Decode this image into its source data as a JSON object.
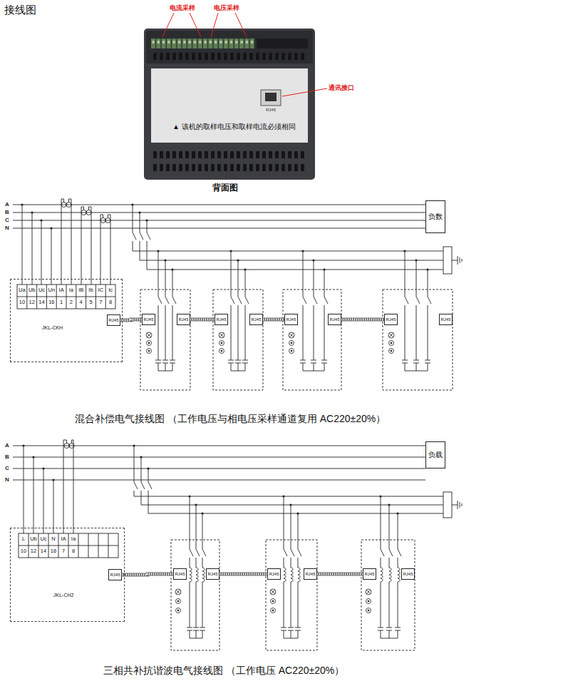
{
  "diagram": {
    "title": "接线图",
    "nodes": [
      {
        "text": [
          "负数"
        ]
      },
      {
        "text": [
          "JKL-CKH"
        ]
      },
      {
        "text": [
          "RJ45"
        ],
        "in": 1
      },
      {
        "text": [
          "RJ45"
        ]
      },
      {
        "text": [
          "RJ45"
        ]
      },
      {
        "text": [
          "RJ45"
        ]
      },
      {
        "text": [
          "RJ45"
        ]
      },
      {
        "text": [
          "RJ45"
        ]
      },
      {
        "text": [
          "RJ45"
        ]
      },
      {
        "text": [
          "RJ45"
        ]
      },
      {
        "text": [
          "RJ45"
        ]
      },
      {
        "text": [
          "负载"
        ]
      },
      {
        "text": [
          "JKL-CH2"
        ]
      },
      {
        "text": [
          "RJ45"
        ],
        "in": 12
      },
      {
        "text": [
          "RJ45"
        ]
      },
      {
        "text": [
          "RJ45"
        ]
      },
      {
        "text": [
          "RJ45"
        ]
      },
      {
        "text": [
          "RJ45"
        ]
      },
      {
        "text": [
          "RJ45"
        ]
      },
      {
        "text": [
          "RJ45"
        ]
      }
    ],
    "edges": [
      {
        "from": 2,
        "to": 3,
        "arrow": "none"
      },
      {
        "from": 4,
        "to": 5,
        "arrow": "none"
      },
      {
        "from": 6,
        "to": 7,
        "arrow": "none"
      },
      {
        "from": 8,
        "to": 9,
        "arrow": "none"
      },
      {
        "from": 13,
        "to": 14,
        "arrow": "none"
      },
      {
        "from": 15,
        "to": 16,
        "arrow": "none"
      },
      {
        "from": 17,
        "to": 18,
        "arrow": "none"
      }
    ],
    "labels": [
      "电流采样",
      "电压采样",
      "通讯接口",
      "RJ45",
      "▲ 该机的取样电压和取样电流必须相同",
      "背面图",
      "A",
      "B",
      "C",
      "N",
      "Ua",
      "Ub",
      "Uc",
      "Un",
      "IA",
      "Ia",
      "IB",
      "Ib",
      "IC",
      "Ic",
      "10",
      "12",
      "14",
      "16",
      "1",
      "2",
      "4",
      "5",
      "7",
      "8",
      "混合补偿电气接线图 （工作电压与相电压采样通道复用 AC220±20%）",
      "A",
      "B",
      "C",
      "N",
      "L",
      "Ub",
      "Uc",
      "N",
      "IA",
      "Ia",
      "10",
      "12",
      "14",
      "16",
      "7",
      "8",
      "三相共补抗谐波电气接线图 （工作电压 AC220±20%）"
    ]
  }
}
